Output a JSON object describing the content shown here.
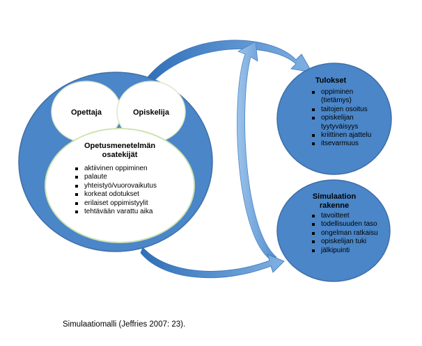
{
  "left_cluster": {
    "teacher_label": "Opettaja",
    "student_label": "Opiskelija",
    "factors_title": "Opetusmenetelmän osatekijät",
    "factors": [
      "aktiivinen oppiminen",
      "palaute",
      "yhteistyö/vuorovaikutus",
      "korkeat odotukset",
      "erilaiset oppimistyylit",
      "tehtävään varattu aika"
    ]
  },
  "results": {
    "title": "Tulokset",
    "items": [
      "oppiminen (tietämys)",
      "taitojen osoitus",
      "opiskelijan tyytyväisyys",
      "kriittinen ajattelu",
      "itsevarmuus"
    ]
  },
  "simulation": {
    "title": "Simulaation rakenne",
    "items": [
      "tavoitteet",
      "todellisuuden taso",
      "ongelman ratkaisu",
      "opiskelijan tuki",
      "jälkipuinti"
    ]
  },
  "caption": "Simulaatiomalli (Jeffries 2007: 23).",
  "colors": {
    "circle_blue": "#4a86c8",
    "circle_border": "#3f6fa8",
    "inner_circle": "#ffffff",
    "inner_border": "#cfe3b4",
    "arrow_blue": "#5b96d4"
  }
}
